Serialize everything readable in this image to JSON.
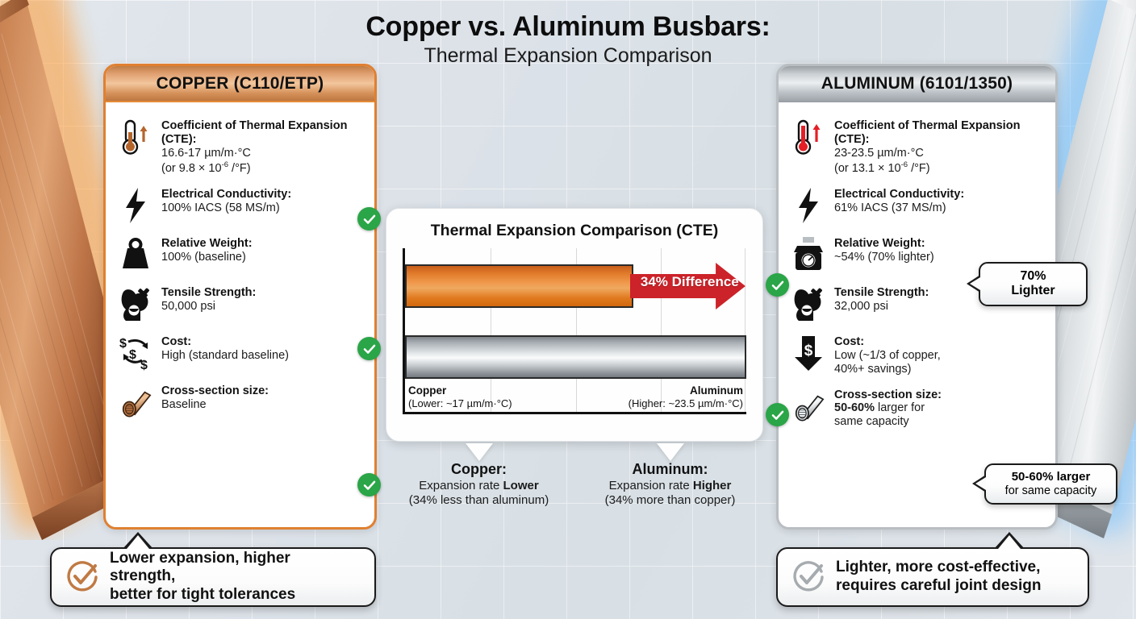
{
  "title": {
    "main": "Copper vs. Aluminum Busbars:",
    "sub": "Thermal Expansion Comparison"
  },
  "colors": {
    "copper_accent": "#e08030",
    "aluminum_accent": "#b9bec3",
    "check_green": "#2aa547",
    "arrow_red": "#cc2229",
    "background": "#e9edf1"
  },
  "copper_panel": {
    "header": "COPPER (C110/ETP)",
    "specs": [
      {
        "icon": "thermometer-icon",
        "label": "Coefficient of Thermal Expansion (CTE):",
        "value_line1": "16.6-17 µm/m·°C",
        "value_line2_pre": "(or 9.8 × 10",
        "value_line2_sup": "-6",
        "value_line2_post": " /°F)",
        "check": false
      },
      {
        "icon": "lightning-bolt-icon",
        "label": "Electrical Conductivity:",
        "value_line1": "100% IACS (58 MS/m)",
        "check": true
      },
      {
        "icon": "weight-icon",
        "label": "Relative Weight:",
        "value_line1": "100% (baseline)",
        "check": false
      },
      {
        "icon": "muscle-arm-icon",
        "label": "Tensile Strength:",
        "value_line1": "50,000 psi",
        "check": true
      },
      {
        "icon": "money-exchange-icon",
        "label": "Cost:",
        "value_line1": "High (standard baseline)",
        "check": false
      },
      {
        "icon": "copper-rod-icon",
        "label": "Cross-section size:",
        "value_line1": "Baseline",
        "check": true
      }
    ],
    "banner": {
      "icon": "circle-check-icon",
      "line1": "Lower expansion, higher strength,",
      "line2": "better for tight tolerances"
    }
  },
  "aluminum_panel": {
    "header": "ALUMINUM (6101/1350)",
    "specs": [
      {
        "icon": "thermometer-icon",
        "label": "Coefficient of Thermal Expansion (CTE):",
        "value_line1": "23-23.5 µm/m·°C",
        "value_line2_pre": "(or 13.1 × 10",
        "value_line2_sup": "-6",
        "value_line2_post": " /°F)",
        "check": false
      },
      {
        "icon": "lightning-bolt-icon",
        "label": "Electrical Conductivity:",
        "value_line1": "61% IACS (37 MS/m)",
        "check": false
      },
      {
        "icon": "kitchen-scale-icon",
        "label": "Relative Weight:",
        "value_line1": "~54% (70% lighter)",
        "check": true
      },
      {
        "icon": "muscle-arm-icon",
        "label": "Tensile Strength:",
        "value_line1": "32,000 psi",
        "check": false
      },
      {
        "icon": "cost-down-arrow-icon",
        "label": "Cost:",
        "value_line1": "Low (~1/3 of copper,",
        "value_line2": "40%+ savings)",
        "check": true
      },
      {
        "icon": "aluminum-rod-icon",
        "label": "Cross-section size:",
        "value_line1_bold": "50-60%",
        "value_line1": " larger for",
        "value_line2": "same capacity",
        "check": false
      }
    ],
    "banner": {
      "icon": "circle-check-icon",
      "line1": "Lighter, more cost-effective,",
      "line2": "requires careful joint design"
    }
  },
  "bubbles": {
    "weight": {
      "line1": "70%",
      "line2": "Lighter"
    },
    "size": {
      "line1": "50-60% larger",
      "line2": "for same capacity"
    }
  },
  "sub_callouts": {
    "copper": {
      "name": "Copper:",
      "line1_pre": "Expansion rate ",
      "line1_bold": "Lower",
      "line2": "(34% less than aluminum)"
    },
    "aluminum": {
      "name": "Aluminum:",
      "line1_pre": "Expansion rate ",
      "line1_bold": "Higher",
      "line2": "(34% more than copper)"
    }
  },
  "chart_data": {
    "type": "bar",
    "title": "Thermal Expansion Comparison (CTE)",
    "orientation": "horizontal",
    "categories": [
      "Copper",
      "Aluminum"
    ],
    "values": [
      17,
      23.5
    ],
    "unit": "µm/m·°C",
    "xlabel": "",
    "ylabel": "",
    "xlim": [
      0,
      23.5
    ],
    "grid": true,
    "legend": "none",
    "annotation": "34% Difference",
    "axis_labels": {
      "copper_name": "Copper",
      "copper_detail": "(Lower: ~17 µm/m·°C)",
      "aluminum_name": "Aluminum",
      "aluminum_detail": "(Higher: ~23.5 µm/m·°C)"
    },
    "series": [
      {
        "name": "Copper",
        "value": 17,
        "color": "#e07a2a",
        "bar_fraction": 0.67
      },
      {
        "name": "Aluminum",
        "value": 23.5,
        "color": "#b6bcc1",
        "bar_fraction": 1.0
      }
    ]
  }
}
